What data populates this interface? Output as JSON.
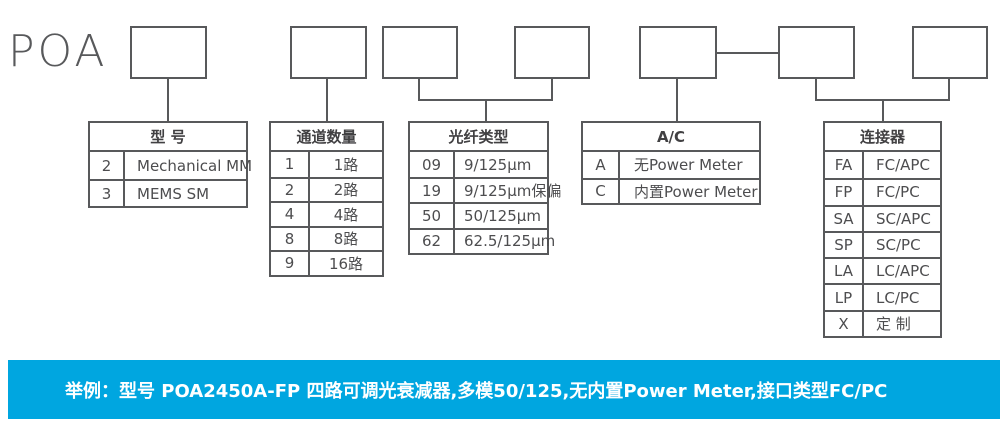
{
  "brand": "POA",
  "colors": {
    "accent_blue": "#00A6E0",
    "line_gray": "#58595B",
    "text_dark": "#414042"
  },
  "tables": {
    "model": {
      "header": "型 号",
      "rows": [
        {
          "code": "2",
          "label": "Mechanical MM"
        },
        {
          "code": "3",
          "label": "MEMS SM"
        }
      ]
    },
    "channels": {
      "header": "通道数量",
      "rows": [
        {
          "code": "1",
          "label": "1路"
        },
        {
          "code": "2",
          "label": "2路"
        },
        {
          "code": "4",
          "label": "4路"
        },
        {
          "code": "8",
          "label": "8路"
        },
        {
          "code": "9",
          "label": "16路"
        }
      ]
    },
    "fiber": {
      "header": "光纤类型",
      "rows": [
        {
          "code": "09",
          "label": "9/125μm"
        },
        {
          "code": "19",
          "label": "9/125μm保偏"
        },
        {
          "code": "50",
          "label": "50/125μm"
        },
        {
          "code": "62",
          "label": "62.5/125μm"
        }
      ]
    },
    "power": {
      "header": "A/C",
      "rows": [
        {
          "code": "A",
          "label": "无Power Meter"
        },
        {
          "code": "C",
          "label": "内置Power Meter"
        }
      ]
    },
    "connector": {
      "header": "连接器",
      "rows": [
        {
          "code": "FA",
          "label": "FC/APC"
        },
        {
          "code": "FP",
          "label": "FC/PC"
        },
        {
          "code": "SA",
          "label": "SC/APC"
        },
        {
          "code": "SP",
          "label": "SC/PC"
        },
        {
          "code": "LA",
          "label": "LC/APC"
        },
        {
          "code": "LP",
          "label": "LC/PC"
        },
        {
          "code": "X",
          "label": "定 制"
        }
      ]
    }
  },
  "example_bar": {
    "text": "举例：型号 POA2450A-FP 四路可调光衰减器,多模50/125,无内置Power Meter,接口类型FC/PC"
  }
}
